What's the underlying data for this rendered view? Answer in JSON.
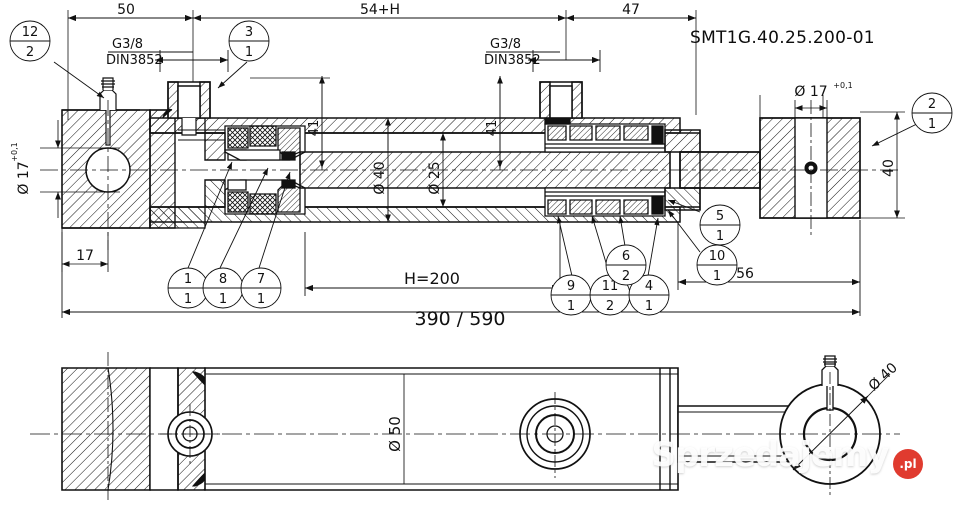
{
  "drawing": {
    "title": "SMT1G.40.25.200-01",
    "type": "hydraulic-cylinder-sectional-drawing",
    "watermark": {
      "text": "Sprzedajemy",
      "badge": ".pl",
      "badge_color": "#e03b2f"
    }
  },
  "dimensions": {
    "top_left": "50",
    "top_mid": "54+H",
    "top_right": "47",
    "stroke": "H=200",
    "overall": "390 / 590",
    "right_offset": "56",
    "left_offset": "17",
    "bore_small": "Ø 25",
    "bore_large": "Ø 40",
    "port_height_left": "41",
    "port_height_right": "41",
    "eye_bore_left": "Ø 17",
    "eye_bore_left_tol": "+0,1",
    "eye_bore_right": "Ø 17",
    "eye_bore_right_tol": "+0,1",
    "rod_eye_width": "40",
    "tube_outer": "Ø 50",
    "eye_outer": "Ø 40"
  },
  "annotations": {
    "port_left_thread": "G3/8",
    "port_left_standard": "DIN3852",
    "port_right_thread": "G3/8",
    "port_right_standard": "DIN3852"
  },
  "balloons": [
    {
      "id": "b12",
      "item": "12",
      "qty": "2"
    },
    {
      "id": "b3",
      "item": "3",
      "qty": "1"
    },
    {
      "id": "b2",
      "item": "2",
      "qty": "1"
    },
    {
      "id": "b1",
      "item": "1",
      "qty": "1"
    },
    {
      "id": "b8",
      "item": "8",
      "qty": "1"
    },
    {
      "id": "b7",
      "item": "7",
      "qty": "1"
    },
    {
      "id": "b9",
      "item": "9",
      "qty": "1"
    },
    {
      "id": "b11",
      "item": "11",
      "qty": "2"
    },
    {
      "id": "b4",
      "item": "4",
      "qty": "1"
    },
    {
      "id": "b6",
      "item": "6",
      "qty": "2"
    },
    {
      "id": "b5",
      "item": "5",
      "qty": "1"
    },
    {
      "id": "b10",
      "item": "10",
      "qty": "1"
    }
  ]
}
